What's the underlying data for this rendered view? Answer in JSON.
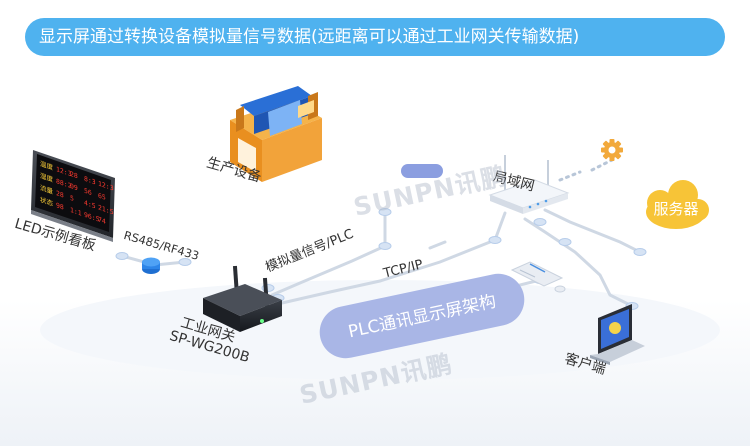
{
  "banner": {
    "text": "显示屏通过转换设备模拟量信号数据(远距离可以通过工业网关传输数据)"
  },
  "labels": {
    "led_board": "LED示例看板",
    "rs485": "RS485/RF433",
    "production_equipment": "生产设备",
    "analog_plc": "模拟量信号/PLC",
    "tcpip": "TCP/IP",
    "gateway_name": "工业网关",
    "gateway_model": "SP-WG200B",
    "lan": "局域网",
    "server": "服务器",
    "client": "客户端",
    "architecture": "PLC通讯显示屏架构"
  },
  "led_panel": {
    "rows": [
      [
        "12:3",
        "28",
        "8:3",
        "12:3"
      ],
      [
        "88:2",
        "09",
        "56",
        "65"
      ],
      [
        "28",
        "5",
        "4:5",
        "21:5"
      ],
      [
        "98",
        "1:1",
        "96:5",
        "74"
      ]
    ],
    "side_labels": [
      "温度",
      "湿度",
      "流量",
      "状态"
    ]
  },
  "watermark": {
    "brand": "SUNPN讯鹏"
  },
  "colors": {
    "banner": "#4fb2ef",
    "line": "#cfd8e4",
    "node": "#aac9f0",
    "pill": "#a9b6e6",
    "pill_text": "#ffffff",
    "accent_orange": "#f2a93b",
    "server_cloud": "#f7c437"
  }
}
